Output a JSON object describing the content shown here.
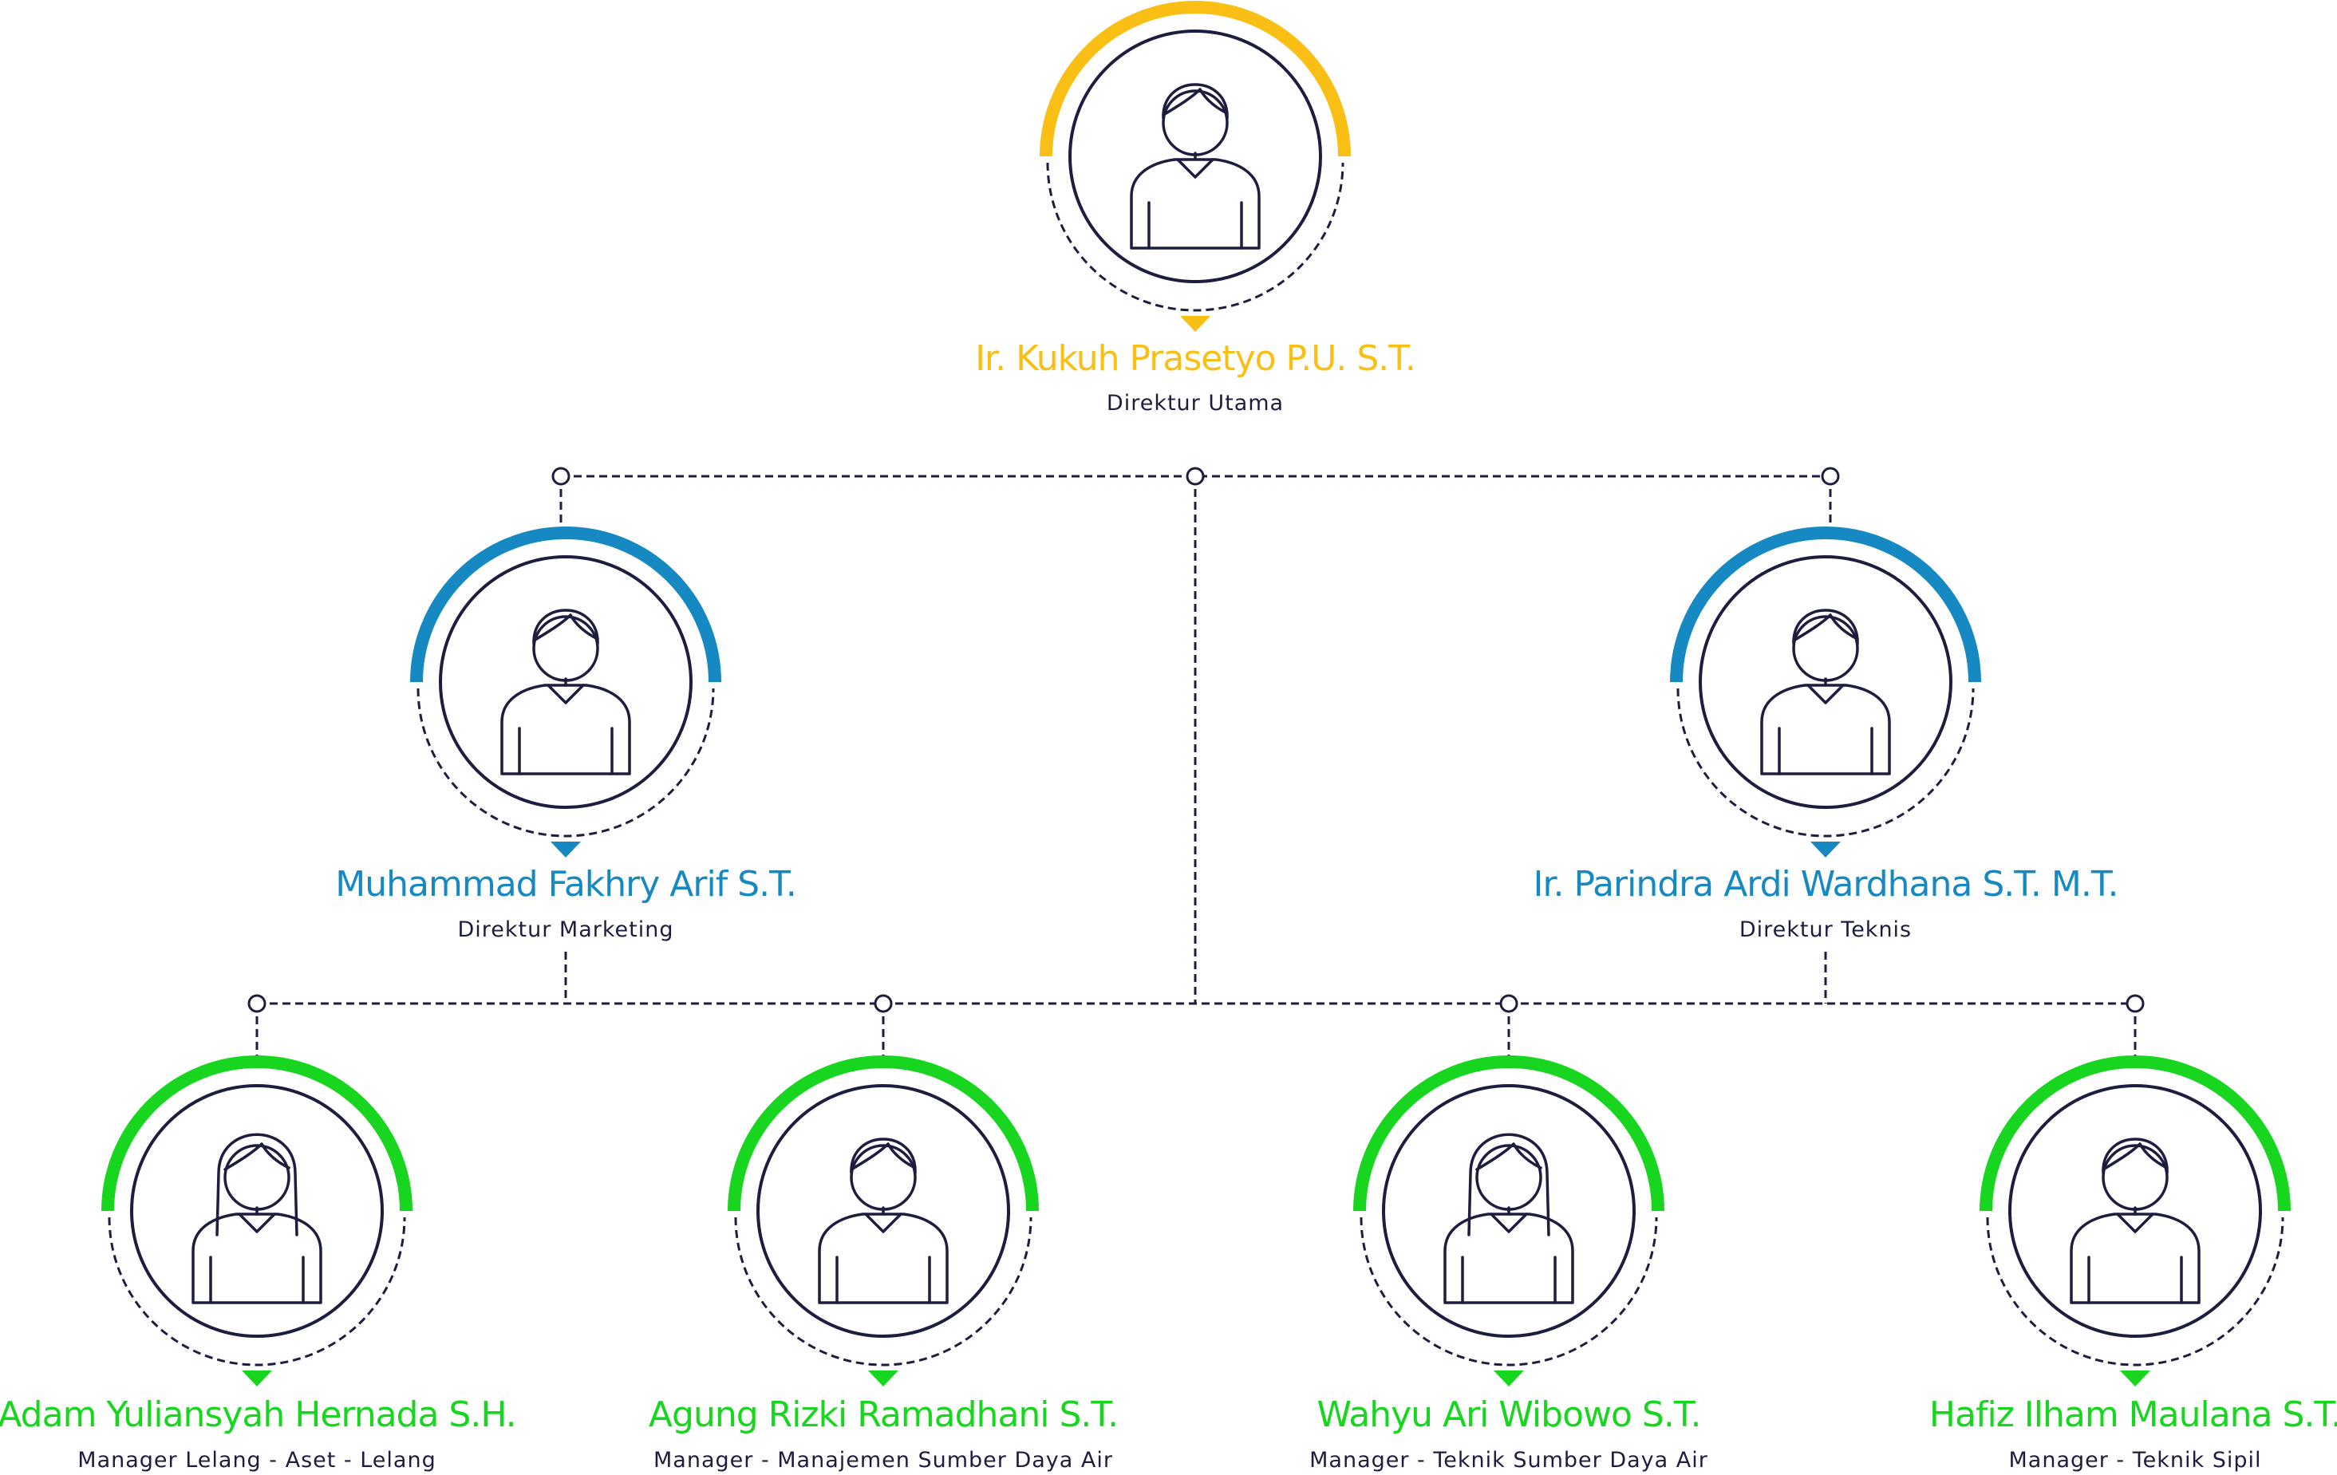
{
  "colors": {
    "top": "#f9bf14",
    "director": "#1789c2",
    "manager": "#18d61f",
    "outline": "#1d1d3f"
  },
  "chart": {
    "top": {
      "name": "Ir. Kukuh Prasetyo P.U. S.T.",
      "role": "Direktur Utama",
      "avatar": "male-avatar-icon"
    },
    "directors": [
      {
        "name": "Muhammad Fakhry Arif S.T.",
        "role": "Direktur Marketing",
        "avatar": "male-avatar-icon"
      },
      {
        "name": "Ir. Parindra Ardi Wardhana S.T. M.T.",
        "role": "Direktur Teknis",
        "avatar": "male-avatar-icon"
      }
    ],
    "managers": [
      {
        "name": "Adam Yuliansyah Hernada S.H.",
        "role": "Manager Lelang - Aset - Lelang",
        "avatar": "female-avatar-icon"
      },
      {
        "name": "Agung Rizki Ramadhani S.T.",
        "role": "Manager - Manajemen Sumber Daya Air",
        "avatar": "male-avatar-icon"
      },
      {
        "name": "Wahyu Ari Wibowo S.T.",
        "role": "Manager - Teknik Sumber Daya Air",
        "avatar": "female-avatar-icon"
      },
      {
        "name": "Hafiz Ilham Maulana S.T.",
        "role": "Manager - Teknik Sipil",
        "avatar": "male-avatar-icon"
      }
    ]
  }
}
